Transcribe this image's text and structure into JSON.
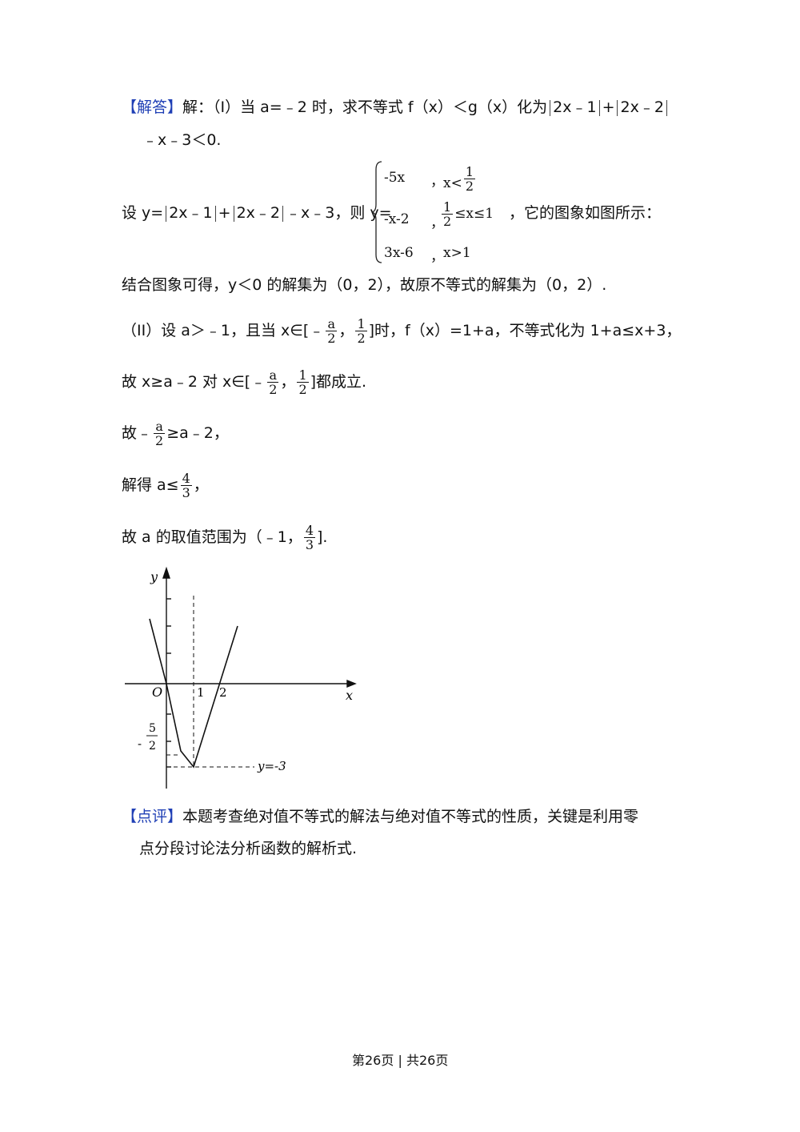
{
  "answer": {
    "tag": "【解答】",
    "part1_intro": "解：（I）当 a=﹣2 时，求不等式 f（x）＜g（x）化为",
    "part1_abs": [
      "2x﹣1",
      "+",
      "2x﹣2"
    ],
    "part1_tail": "﹣x﹣3＜0.",
    "set_y_prefix": "设 y=",
    "set_y_abs": [
      "2x﹣1",
      "+",
      "2x﹣2"
    ],
    "set_y_mid": "﹣x﹣3，则 y=",
    "piecewise": [
      {
        "expr": "-5x",
        "cond_prefix": "x<",
        "frac": {
          "num": "1",
          "den": "2"
        },
        "cond_suffix": ""
      },
      {
        "expr": "-x-2",
        "cond_prefix": "",
        "frac": {
          "num": "1",
          "den": "2"
        },
        "cond_suffix": "≤x≤1"
      },
      {
        "expr": "3x-6",
        "cond_prefix": "x>1",
        "frac": null,
        "cond_suffix": ""
      }
    ],
    "graph_note": "，它的图象如图所示：",
    "conclusion1": "结合图象可得，y＜0 的解集为（0，2），故原不等式的解集为（0，2）.",
    "part2_a": "（II）设 a＞﹣1，且当 x∈[﹣",
    "part2_frac_a": {
      "num": "a",
      "den": "2"
    },
    "part2_comma": "，",
    "part2_frac_half": {
      "num": "1",
      "den": "2"
    },
    "part2_b": "]时，f（x）=1+a，不等式化为 1+a≤x+3，",
    "line_hence_a": "故 x≥a﹣2 对 x∈[﹣",
    "line_hence_b": "]都成立.",
    "line_gu_a": "故﹣",
    "line_gu_b": "≥a﹣2，",
    "line_solve_a": "解得 a≤",
    "frac_43": {
      "num": "4",
      "den": "3"
    },
    "line_solve_b": "，",
    "line_range_a": "故 a 的取值范围为（﹣1，",
    "line_range_b": "].",
    "comment_tag": "【点评】",
    "comment_1": "本题考查绝对值不等式的解法与绝对值不等式的性质，关键是利用零",
    "comment_2": "点分段讨论法分析函数的解析式."
  },
  "figure": {
    "y_label": "y",
    "x_label": "x",
    "origin": "O",
    "tick_1": "1",
    "tick_2": "2",
    "neg_sign": "-",
    "frac_52": {
      "num": "5",
      "den": "2"
    },
    "hline_label": "y=-3"
  },
  "footer": {
    "page": "第26页",
    "sep": "|",
    "total": "共26页"
  },
  "colors": {
    "accent": "#1f3fb5",
    "text": "#111111"
  }
}
